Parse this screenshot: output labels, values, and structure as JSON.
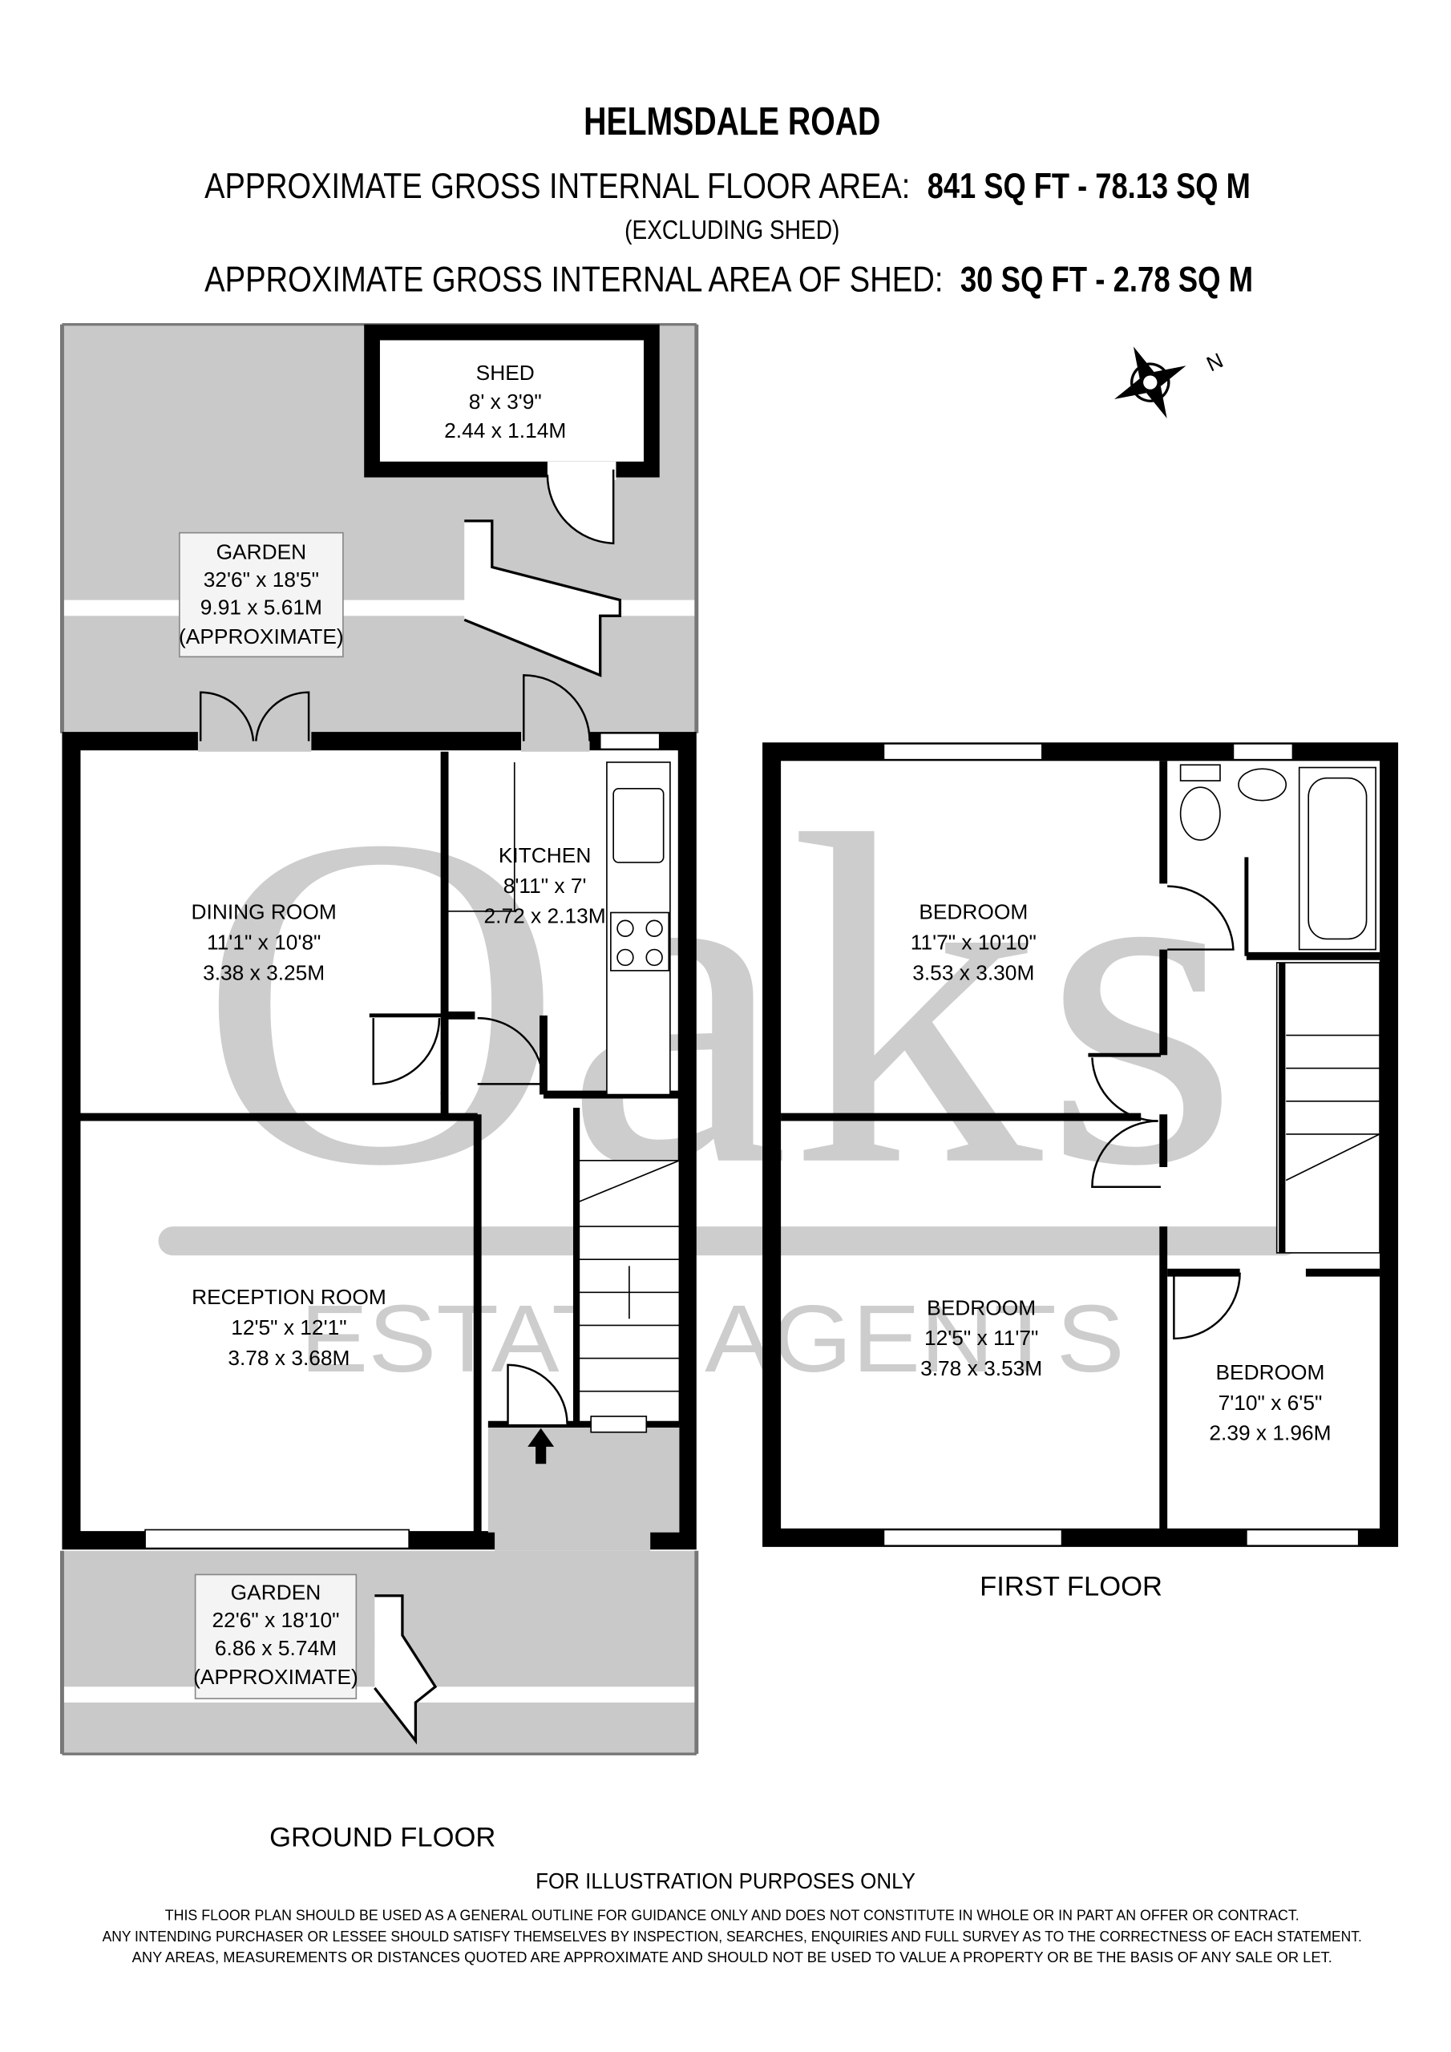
{
  "header": {
    "title": "HELMSDALE ROAD",
    "floor_area_label": "APPROXIMATE GROSS INTERNAL FLOOR AREA:",
    "floor_area_value": "841 SQ FT  -  78.13 SQ M",
    "floor_area_note": "(EXCLUDING SHED)",
    "shed_area_label": "APPROXIMATE GROSS INTERNAL AREA OF SHED:",
    "shed_area_value": "30 SQ FT  -  2.78 SQ M"
  },
  "compass": {
    "north_label": "N"
  },
  "watermark": {
    "brand": "Oaks",
    "tagline": "ESTATE AGENTS"
  },
  "ground_floor": {
    "label": "GROUND FLOOR",
    "rooms": {
      "shed": {
        "name": "SHED",
        "imperial": "8' x 3'9\"",
        "metric": "2.44 x 1.14M"
      },
      "rear_garden": {
        "name": "GARDEN",
        "imperial": "32'6\" x 18'5\"",
        "metric": "9.91 x 5.61M",
        "note": "(APPROXIMATE)"
      },
      "dining": {
        "name": "DINING ROOM",
        "imperial": "11'1\" x 10'8\"",
        "metric": "3.38 x 3.25M"
      },
      "kitchen": {
        "name": "KITCHEN",
        "imperial": "8'11\" x 7'",
        "metric": "2.72 x 2.13M"
      },
      "reception": {
        "name": "RECEPTION ROOM",
        "imperial": "12'5\" x 12'1\"",
        "metric": "3.78 x 3.68M"
      },
      "front_garden": {
        "name": "GARDEN",
        "imperial": "22'6\" x 18'10\"",
        "metric": "6.86 x 5.74M",
        "note": "(APPROXIMATE)"
      }
    }
  },
  "first_floor": {
    "label": "FIRST FLOOR",
    "rooms": {
      "bedroom1": {
        "name": "BEDROOM",
        "imperial": "11'7\" x 10'10\"",
        "metric": "3.53 x 3.30M"
      },
      "bedroom2": {
        "name": "BEDROOM",
        "imperial": "12'5\" x 11'7\"",
        "metric": "3.78 x 3.53M"
      },
      "bedroom3": {
        "name": "BEDROOM",
        "imperial": "7'10\" x 6'5\"",
        "metric": "2.39 x 1.96M"
      }
    }
  },
  "footer": {
    "illustration": "FOR ILLUSTRATION PURPOSES ONLY",
    "disclaimer": [
      "THIS FLOOR PLAN SHOULD BE USED AS A GENERAL OUTLINE FOR GUIDANCE ONLY AND DOES NOT CONSTITUTE IN WHOLE OR IN PART AN OFFER OR CONTRACT.",
      "ANY INTENDING PURCHASER OR LESSEE SHOULD SATISFY THEMSELVES BY INSPECTION, SEARCHES, ENQUIRIES AND FULL SURVEY AS TO THE CORRECTNESS OF EACH STATEMENT.",
      "ANY AREAS, MEASUREMENTS OR DISTANCES QUOTED ARE APPROXIMATE AND SHOULD NOT BE USED TO VALUE A PROPERTY OR BE THE BASIS OF ANY SALE OR LET."
    ]
  }
}
